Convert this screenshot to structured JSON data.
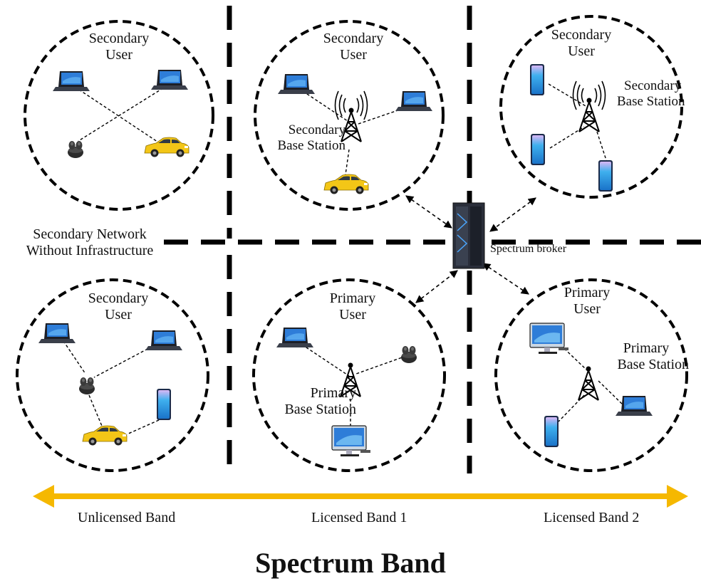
{
  "cells": {
    "top_left": {
      "user_label": [
        "Secondary",
        "User"
      ]
    },
    "top_middle": {
      "user_label": [
        "Secondary",
        "User"
      ],
      "base_label": [
        "Secondary",
        "Base Station"
      ]
    },
    "top_right": {
      "user_label": [
        "Secondary",
        "User"
      ],
      "base_label": [
        "Secondary",
        "Base Station"
      ]
    },
    "bottom_left": {
      "user_label": [
        "Secondary",
        "User"
      ]
    },
    "bottom_middle": {
      "user_label": [
        "Primary",
        "User"
      ],
      "base_label": [
        "Primary",
        "Base Station"
      ]
    },
    "bottom_right": {
      "user_label": [
        "Primary",
        "User"
      ],
      "base_label": [
        "Primary",
        "Base Station"
      ]
    }
  },
  "network_label": [
    "Secondary Network",
    "Without Infrastructure"
  ],
  "broker_label": "Spectrum broker",
  "bands": [
    "Unlicensed Band",
    "Licensed Band 1",
    "Licensed Band 2"
  ],
  "axis_title": "Spectrum Band",
  "colors": {
    "arrow": "#F5B800",
    "line": "#000000",
    "laptop_screen": "#2E7DD8",
    "phone": "#2FA8E8",
    "car": "#F3C617",
    "server": "#2A2E3A"
  },
  "icons": [
    "laptop-icon",
    "earbuds-icon",
    "car-icon",
    "phone-icon",
    "tower-icon",
    "desktop-icon",
    "server-icon"
  ]
}
